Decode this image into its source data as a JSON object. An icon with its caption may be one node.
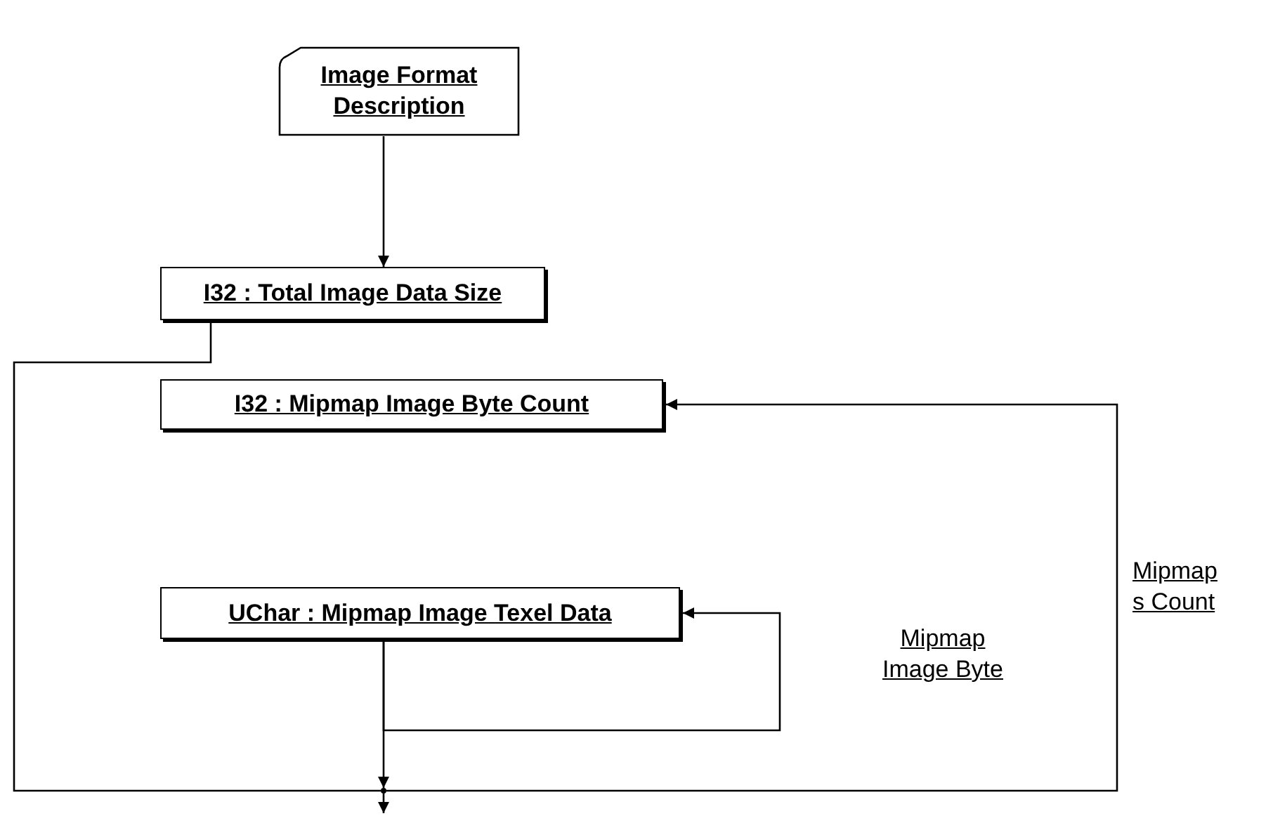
{
  "diagram": {
    "nodes": [
      {
        "text": [
          "Image Format Description"
        ]
      },
      {
        "text": [
          "I32 : Total Image Data Size"
        ]
      },
      {
        "text": [
          "I32 : Mipmap Image Byte Count"
        ]
      },
      {
        "text": [
          "UChar : Mipmap Image Texel Data"
        ]
      },
      {
        "text": [],
        "shape": "point"
      }
    ],
    "edges": [
      {
        "from": 0,
        "to": 1,
        "arrow": "to"
      },
      {
        "from": 1,
        "to": 4,
        "arrow": "none"
      },
      {
        "from": 3,
        "to": 4,
        "arrow": "to"
      },
      {
        "from": 4,
        "to": 2,
        "arrow": "to",
        "label": "Mipmap s Count"
      },
      {
        "from": 3,
        "to": 3,
        "arrow": "to",
        "label": "Mipmap Image Byte"
      },
      {
        "from": 4,
        "to": null,
        "arrow": "to"
      }
    ]
  }
}
